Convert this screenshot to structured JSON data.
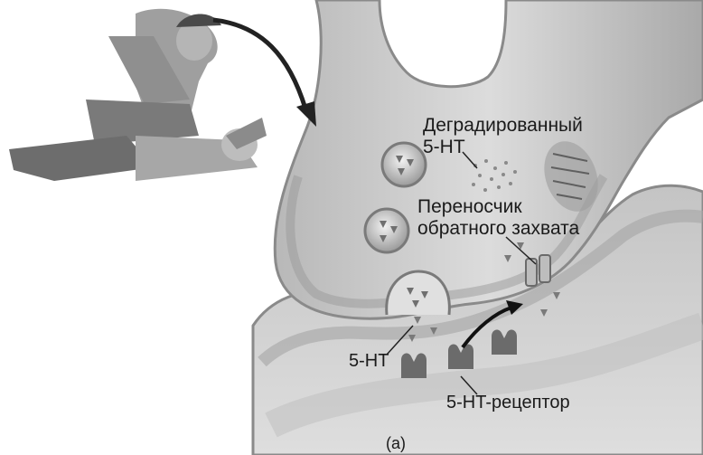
{
  "labels": {
    "degraded_line1": "Деградированный",
    "degraded_line2": "5-HT",
    "transporter_line1": "Переносчик",
    "transporter_line2": "обратного захвата",
    "serotonin": "5-HT",
    "receptor": "5-HT-рецептор",
    "caption": "(a)"
  },
  "colors": {
    "neuron_fill": "#c9c9c9",
    "neuron_edge": "#8a8a8a",
    "cleft": "#eeeeee",
    "receptor": "#6b6b6b",
    "arrow": "#111111"
  }
}
